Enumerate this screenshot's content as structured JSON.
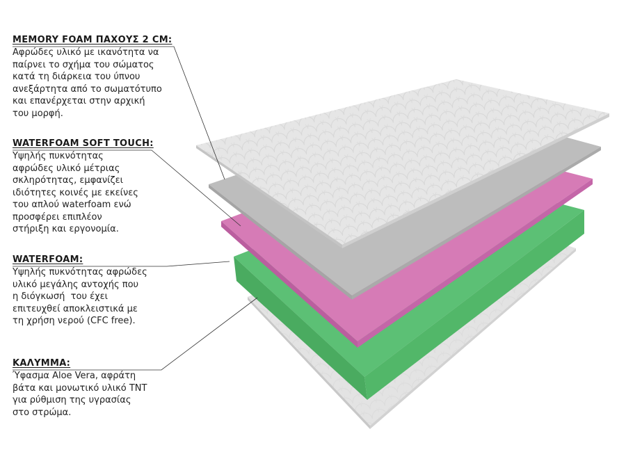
{
  "layers": [
    {
      "title": "MEMORY FOAM ΠΑΧΟΥΣ 2 CM:",
      "lines": [
        "Αφρώδες υλικό με ικανότητα να",
        "παίρνει το σχήμα του σώματος",
        "κατά τη διάρκεια του ύπνου",
        "ανεξάρτητα από το σωματότυπο",
        "και επανέρχεται στην αρχική",
        "του μορφή."
      ]
    },
    {
      "title": "WATERFOAM SOFT TOUCH:",
      "lines": [
        "Υψηλής πυκνότητας",
        "αφρώδες υλικό μέτριας",
        "σκληρότητας, εμφανίζει",
        "ιδιότητες κοινές με εκείνες",
        "του απλού waterfoam ενώ",
        "προσφέρει επιπλέον",
        "στήριξη και εργονομία."
      ]
    },
    {
      "title": "WATERFOAM:",
      "lines": [
        "Υψηλής πυκνότητας αφρώδες",
        "υλικό μεγάλης αντοχής που",
        "η διόγκωσή  του έχει",
        "επιτευχθεί αποκλειστικά με",
        "τη χρήση νερού (CFC free)."
      ]
    },
    {
      "title": "ΚΑΛΥΜΜΑ:",
      "lines": [
        "Ύφασμα Aloe Vera, αφράτη",
        "βάτα και μονωτικό υλικό TNT",
        "για ρύθμιση της υγρασίας",
        "στο στρώμα."
      ]
    }
  ],
  "colors": {
    "cover": "#e4e4e4",
    "cover_dark": "#c9c9c9",
    "memory": "#bdbdbd",
    "pink": "#d77ab8",
    "pink_dark": "#b95a9c",
    "green": "#5bbf72",
    "green_dark": "#45a85c",
    "line": "#333333"
  }
}
